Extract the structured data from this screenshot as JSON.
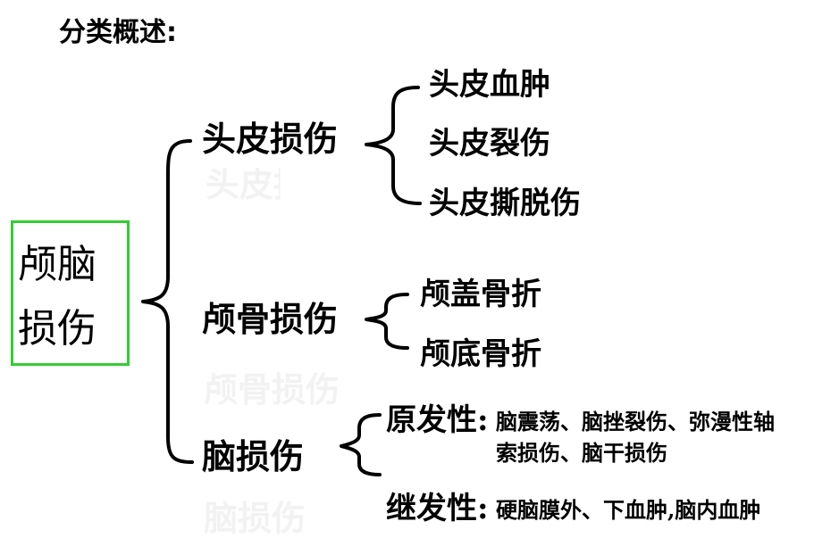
{
  "title": "分类概述:",
  "root": {
    "line1": "颅脑",
    "line2": "损伤"
  },
  "branches": [
    {
      "label": "头皮损伤",
      "children": [
        "头皮血肿",
        "头皮裂伤",
        "头皮撕脱伤"
      ]
    },
    {
      "label": "颅骨损伤",
      "children": [
        "颅盖骨折",
        "颅底骨折"
      ]
    },
    {
      "label": "脑损伤",
      "children": [
        {
          "label": "原发性:",
          "desc_line1": "脑震荡、脑挫裂伤、弥漫性轴",
          "desc_line2": "索损伤、脑干损伤"
        },
        {
          "label": "继发性:",
          "desc_line1": "硬脑膜外、下血肿,脑内血肿"
        }
      ]
    }
  ]
}
